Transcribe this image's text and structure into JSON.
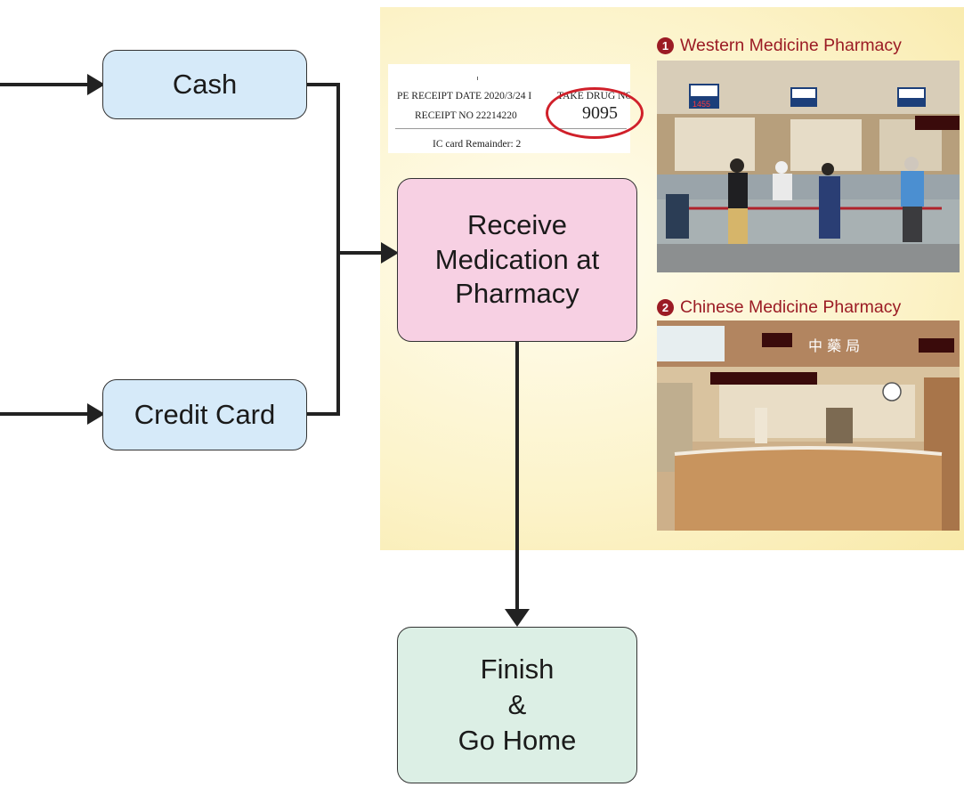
{
  "nodes": {
    "cash": "Cash",
    "credit_card": "Credit Card",
    "receive": [
      "Receive",
      "Medication at",
      "Pharmacy"
    ],
    "finish": [
      "Finish",
      "&",
      "Go Home"
    ]
  },
  "receipt": {
    "line1": "PE  RECEIPT DATE  2020/3/24  I",
    "take_drug_label": "TAKE DRUG NO",
    "take_drug_no": "9095",
    "line2": "RECEIPT NO    22214220",
    "line3": "IC card Remainder:  2"
  },
  "photos": [
    {
      "badge": "1",
      "label": "Western Medicine Pharmacy"
    },
    {
      "badge": "2",
      "label": "Chinese Medicine Pharmacy"
    }
  ],
  "photo_signage": {
    "west_counter_number": "1455",
    "chinese_sign": "中 藥 局"
  },
  "colors": {
    "payment_box": "#d6eaf9",
    "receive_box": "#f7d0e3",
    "finish_box": "#dcefe5",
    "highlight_panel": "#fcf3c9",
    "label_red": "#9b1b24",
    "circle_red": "#d0202a"
  }
}
